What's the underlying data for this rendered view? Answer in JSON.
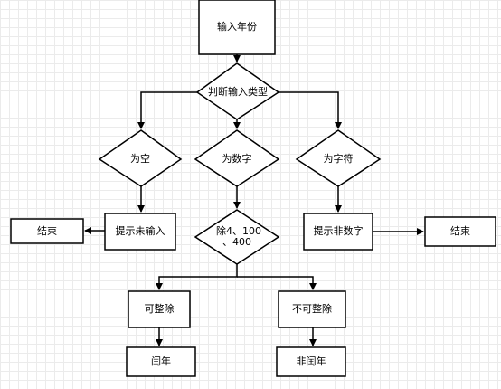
{
  "nodes": {
    "input_year": "输入年份",
    "judge_type": "判断输入类型",
    "is_empty": "为空",
    "is_number": "为数字",
    "is_char": "为字符",
    "end_left": "结束",
    "prompt_not_input": "提示未输入",
    "divide_line1": "除4、100",
    "divide_line2": "、400",
    "prompt_non_number": "提示非数字",
    "end_right": "结束",
    "divisible": "可整除",
    "not_divisible": "不可整除",
    "leap_year": "闰年",
    "non_leap_year": "非闰年"
  },
  "colors": {
    "stroke": "#000000",
    "fill": "#ffffff"
  }
}
